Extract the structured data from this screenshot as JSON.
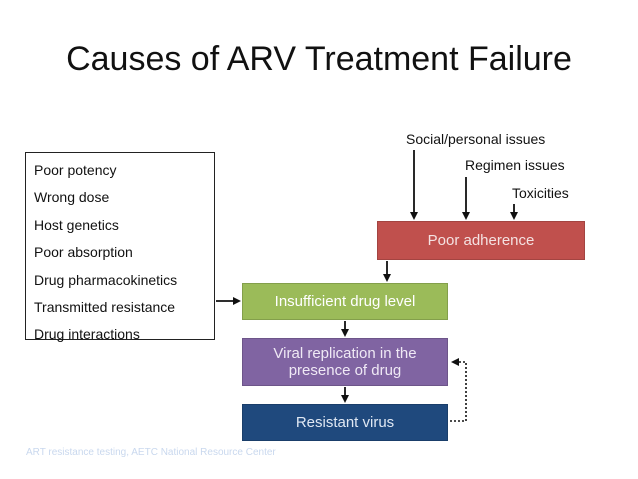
{
  "title": "Causes of ARV Treatment Failure",
  "causes": [
    "Poor potency",
    "Wrong dose",
    "Host genetics",
    "Poor absorption",
    "Drug pharmacokinetics",
    "Transmitted resistance",
    "Drug interactions"
  ],
  "adherence_factors": {
    "social": "Social/personal issues",
    "regimen": "Regimen issues",
    "toxicities": "Toxicities"
  },
  "boxes": {
    "poor_adherence": {
      "label": "Poor adherence",
      "color": "#c0504d"
    },
    "insufficient_drug": {
      "label": "Insufficient drug level",
      "color": "#9bbb59"
    },
    "viral_replication": {
      "label": "Viral replication in the presence of drug",
      "color": "#8064a2"
    },
    "resistant_virus": {
      "label": "Resistant virus",
      "color": "#1f497d"
    }
  },
  "footer": "ART resistance testing, AETC National Resource Center"
}
